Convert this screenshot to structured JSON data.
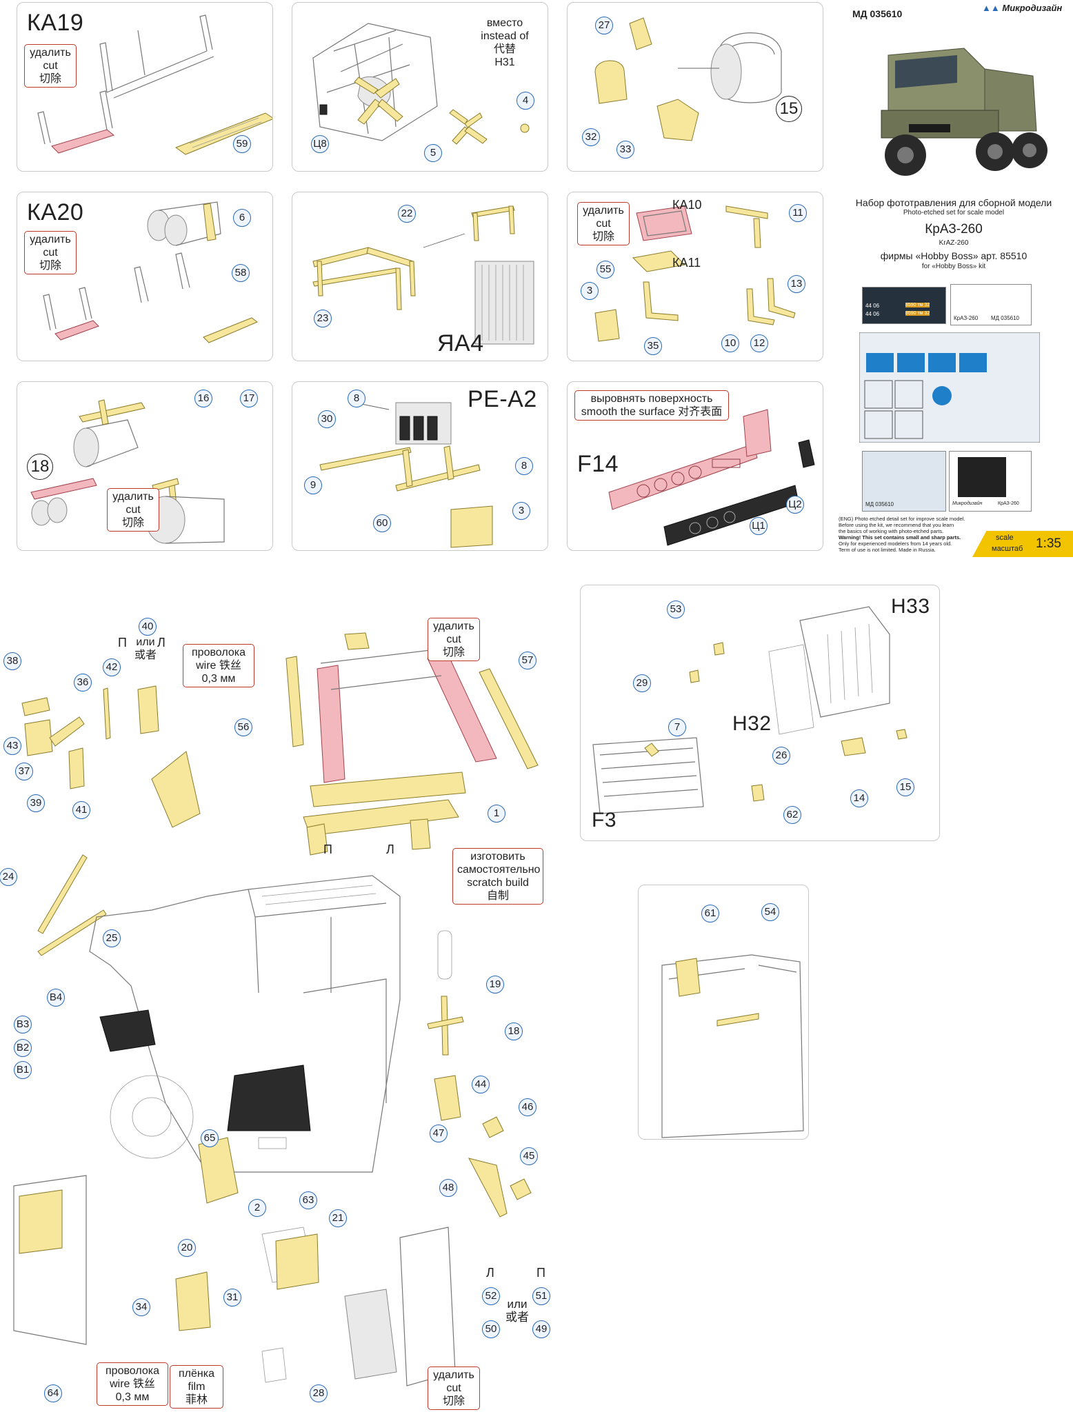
{
  "header": {
    "code": "МД 035610",
    "brand": "Микродизайн",
    "title_ru": "Набор фототравления для сборной модели",
    "title_en": "Photo-etched set for scale model",
    "model_ru": "КрАЗ-260",
    "model_en": "KrAZ-260",
    "firm_ru": "фирмы «Hobby Boss» арт. 85510",
    "firm_en": "for «Hobby Boss» kit",
    "scale_label": "scale",
    "scale_label_ru": "масштаб",
    "scale_value": "1:35"
  },
  "sheet_texts": {
    "plate_a1": "44 06",
    "plate_a2": "44 06",
    "plate_b1": "8590 тм 32",
    "plate_b2": "8590 тм 32",
    "plate_c": "КрАЗ-260",
    "plate_d": "МД 035610",
    "plate_e": "Микродизайн",
    "plate_f": "МД 035610",
    "plate_g": "КрАЗ-260"
  },
  "disclaimer": {
    "line1": "(ENG) Photo etched detail set for improve scale model.",
    "line2": "Before using the kit, we recommend that you learn",
    "line3": "the basics of working with photo-etched parts.",
    "line4": "Warning! This set contains small and sharp parts.",
    "line5": "Only for experienced modelers from 14 years old.",
    "line6": "Term of use is not limited. Made in Russia."
  },
  "cut_label": {
    "ru": "удалить",
    "en": "cut",
    "zh": "切除"
  },
  "panels": {
    "ka19": {
      "title": "КА19"
    },
    "engine": {
      "note_ru": "вместо",
      "note_en": "instead of",
      "note_zh": "代替",
      "note_part": "Н31"
    },
    "p15": {
      "step": "15"
    },
    "ka20": {
      "title": "КА20"
    },
    "ja4": {
      "title": "ЯА4"
    },
    "ka10": {
      "label_a": "КА10",
      "label_b": "КА11"
    },
    "p18": {
      "step": "18"
    },
    "pea2": {
      "title": "РЕ-А2"
    },
    "f14": {
      "title": "F14",
      "note_ru": "выровнять поверхность",
      "note_en": "smooth the surface 对齐表面"
    },
    "h33": {
      "title": "Н33",
      "sub": "Н32",
      "grille": "F3"
    }
  },
  "wire_label": {
    "ru": "проволока",
    "en": "wire 铁丝",
    "size": "0,3 мм"
  },
  "or_label": {
    "ru": "или",
    "zh": "或者"
  },
  "side": {
    "left": "Л",
    "right": "П"
  },
  "scratch": {
    "ru1": "изготовить",
    "ru2": "самостоятельно",
    "en": "scratch build",
    "zh": "自制"
  },
  "film": {
    "ru": "плёнка",
    "en": "film",
    "zh": "菲林"
  },
  "callouts": {
    "c59": "59",
    "c_ts8": "Ц8",
    "c5": "5",
    "c4": "4",
    "c27": "27",
    "c32": "32",
    "c33": "33",
    "c6": "6",
    "c58": "58",
    "c22": "22",
    "c23": "23",
    "c11": "11",
    "c55": "55",
    "c3a": "3",
    "c35": "35",
    "c10": "10",
    "c12": "12",
    "c13": "13",
    "c16": "16",
    "c17": "17",
    "c8a": "8",
    "c30": "30",
    "c9": "9",
    "c60": "60",
    "c8b": "8",
    "c3b": "3",
    "c_ts1": "Ц1",
    "c_ts2": "Ц2",
    "c38": "38",
    "c40": "40",
    "c36": "36",
    "c42": "42",
    "c43": "43",
    "c37": "37",
    "c39": "39",
    "c41": "41",
    "c56": "56",
    "c57": "57",
    "c1": "1",
    "c53": "53",
    "c29": "29",
    "c7": "7",
    "c26": "26",
    "c14": "14",
    "c15": "15",
    "c62": "62",
    "c24": "24",
    "c25": "25",
    "c_b4": "В4",
    "c_b3": "В3",
    "c_b2": "В2",
    "c_b1": "В1",
    "c19": "19",
    "c18": "18",
    "c44": "44",
    "c46": "46",
    "c47": "47",
    "c45": "45",
    "c48": "48",
    "c65": "65",
    "c2": "2",
    "c63": "63",
    "c61": "61",
    "c54": "54",
    "c21": "21",
    "c20": "20",
    "c31": "31",
    "c34": "34",
    "c64": "64",
    "c28": "28",
    "c52": "52",
    "c51": "51",
    "c50": "50",
    "c49": "49"
  },
  "colors": {
    "etch_yellow": "#f6e79c",
    "remove_pink": "#f3b8bd",
    "callout_blue": "#2a6ab8",
    "cut_red": "#c0392b",
    "scale_yellow": "#f2c400"
  }
}
